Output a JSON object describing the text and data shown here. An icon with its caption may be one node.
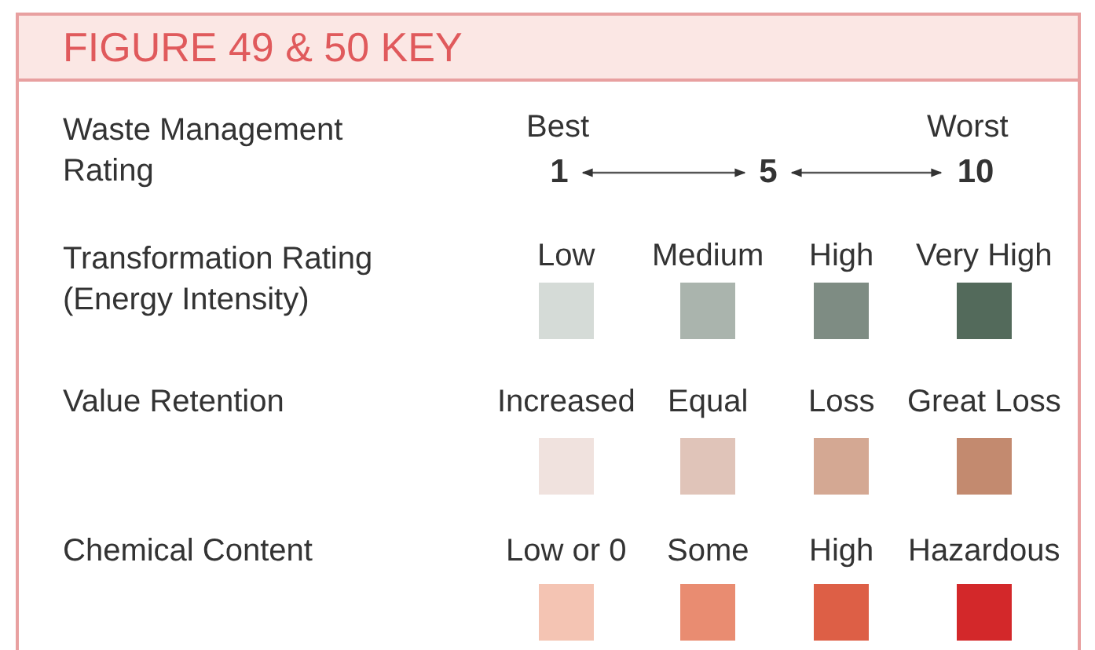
{
  "diagram": {
    "title": "FIGURE 49 & 50 KEY",
    "nodes": [
      {
        "text": [
          "1"
        ],
        "beside": [
          "Best"
        ]
      },
      {
        "text": [
          "5"
        ]
      },
      {
        "text": [
          "10"
        ],
        "beside": [
          "Worst"
        ]
      }
    ],
    "edges": [
      {
        "from": 0,
        "to": 1,
        "arrow": "both"
      },
      {
        "from": 1,
        "to": 2,
        "arrow": "both"
      }
    ],
    "labels": [
      "Waste Management Rating",
      "Transformation Rating (Energy Intensity)",
      "Value Retention",
      "Chemical Content"
    ],
    "legend": [
      {
        "text": "Low",
        "color": "#d5dbd7"
      },
      {
        "text": "Medium",
        "color": "#aab4ad"
      },
      {
        "text": "High",
        "color": "#7e8c83"
      },
      {
        "text": "Very High",
        "color": "#536a5b"
      },
      {
        "text": "Increased",
        "color": "#f0e2de"
      },
      {
        "text": "Equal",
        "color": "#e0c4b9"
      },
      {
        "text": "Loss",
        "color": "#d4a893"
      },
      {
        "text": "Great Loss",
        "color": "#c38a6f"
      },
      {
        "text": "Low or 0",
        "color": "#f4c4b3"
      },
      {
        "text": "Some",
        "color": "#e98c71"
      },
      {
        "text": "High",
        "color": "#dd5f46"
      },
      {
        "text": "Hazardous",
        "color": "#d3282a"
      }
    ]
  }
}
